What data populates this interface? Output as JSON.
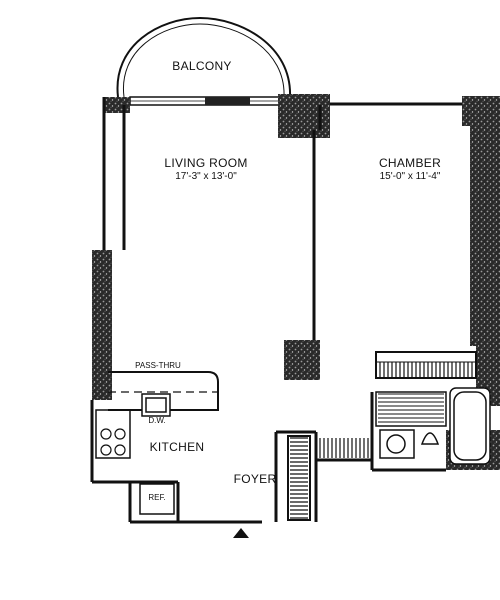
{
  "rooms": {
    "balcony": {
      "label": "BALCONY"
    },
    "living_room": {
      "label": "LIVING ROOM",
      "dimensions": "17'-3\" x 13'-0\""
    },
    "chamber": {
      "label": "CHAMBER",
      "dimensions": "15'-0\" x 11'-4\""
    },
    "kitchen": {
      "label": "KITCHEN"
    },
    "foyer": {
      "label": "FOYER"
    }
  },
  "fixtures": {
    "pass_thru": "PASS-THRU",
    "dishwasher": "D.W.",
    "refrigerator": "REF."
  },
  "entry_marker": "entry-arrow-icon",
  "colors": {
    "wall": "#1a1a1a",
    "line": "#111111",
    "paper": "#ffffff"
  }
}
